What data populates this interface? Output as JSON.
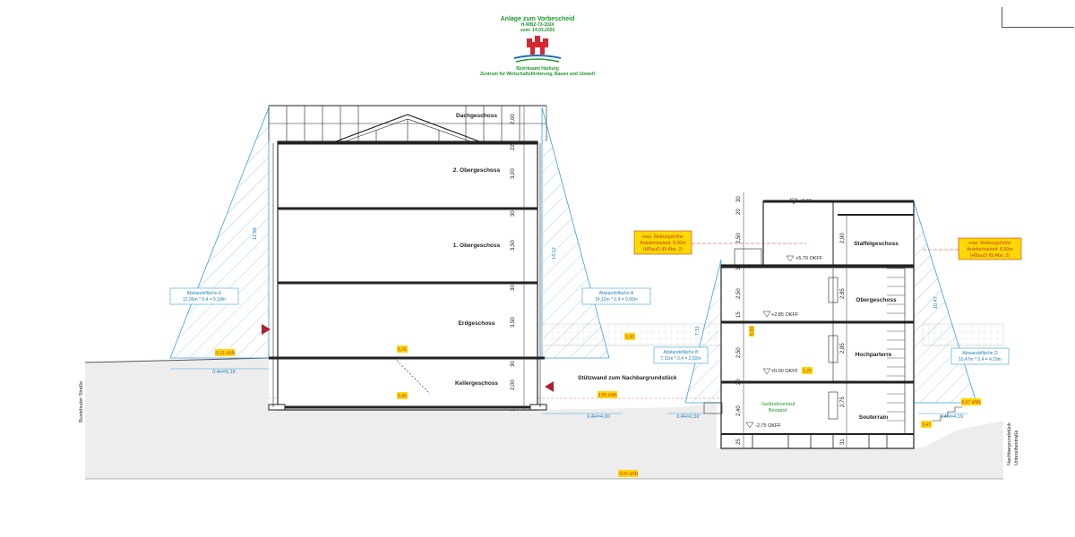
{
  "stamp": {
    "line1": "Anlage zum Vorbescheid",
    "line2": "H-WBZ-73-2024",
    "line3": "vom: 14.03.2025",
    "line4": "Bezirksamt Harburg",
    "line5": "Zentrum für Wirtschaftsförderung, Bauen und Umwelt"
  },
  "floors_left": [
    "Dachgeschoss",
    "2. Obergeschoss",
    "1. Obergeschoss",
    "Erdgeschoss",
    "Kellergeschoss"
  ],
  "floors_right": [
    "Staffelgeschoss",
    "Obergeschoss",
    "Hochparterre",
    "Souterrain"
  ],
  "dims_left": [
    "2,00",
    "22",
    "3,00",
    "30",
    "3,50",
    "30",
    "3,50",
    "30",
    "2,00",
    "12"
  ],
  "dims_right_outer": [
    "30",
    "20",
    "2,50",
    "30",
    "2,50",
    "15",
    "2,50",
    "20",
    "2,40",
    "25"
  ],
  "dims_right_inner": [
    "2,90",
    "2,85",
    "2,85",
    "2,75",
    "31"
  ],
  "levels": {
    "top": "+8,60",
    "staffel": "+5,70 OKFF",
    "og": "+2,85 OKFF",
    "hp": "±0,00 OKFF",
    "sout": "-2,75 OKFF"
  },
  "rescue_left": [
    "max. Rettungshöhe",
    "Anleiterbarkeit: 8,00m",
    "(HBauO §5 Abs. 2)"
  ],
  "rescue_right": [
    "max. Rethungshöhe",
    "Anleiterbarkeit: 8,00m",
    "(HBauO §5 Abs. 2)"
  ],
  "areas": {
    "e": [
      "Abstandsfläche E",
      "12,96m * 0,4 = 5,18m"
    ],
    "a": [
      "Abstandsfläche A",
      "14,12m * 0,4 = 5,65m"
    ],
    "b": [
      "Abstandsfläche B",
      "7,31m * 0,4 = 2,92m"
    ],
    "d": [
      "Abstandsfläche D",
      "10,47m * 0,4 = 4,19m"
    ]
  },
  "hatch_dims": {
    "left_vertical": "12,96",
    "a_vertical": "14,12",
    "d_vertical": "10,47",
    "b_vertical": "7,31"
  },
  "bottom_dims": {
    "e": "0,4H=5,18",
    "a": "0,4H=4,00",
    "b": "0,4H=2,92",
    "d": "0,4H=4,19"
  },
  "height_tags": [
    "-0,11 üNN",
    "6,26",
    "5,86",
    "5,90",
    "3,95 üNN",
    "5,90",
    "5,20",
    "5,67 üNN",
    "3,47",
    "-3,00 üNN"
  ],
  "labels": {
    "wall": "Stützwand zum Nachbargrundstück",
    "terrain1": "Geländeverlauf",
    "terrain2": "Bestand",
    "street": "Buxtehuder Straße",
    "neighbor1": "Nachbargrundstück",
    "neighbor2": "Unterelbestraße"
  },
  "colors": {
    "stamp_green": "#1a9a2a",
    "hatch_blue": "#3aa0d8",
    "tag_yellow": "#ffd800",
    "tag_border": "#c0392b",
    "rescue_red": "#e02020",
    "ground_gray": "#e9e9e9",
    "triangle_red": "#b0202a"
  },
  "icons": {
    "crest": "hamburg-crest-icon",
    "marker": "red-triangle-icon"
  }
}
